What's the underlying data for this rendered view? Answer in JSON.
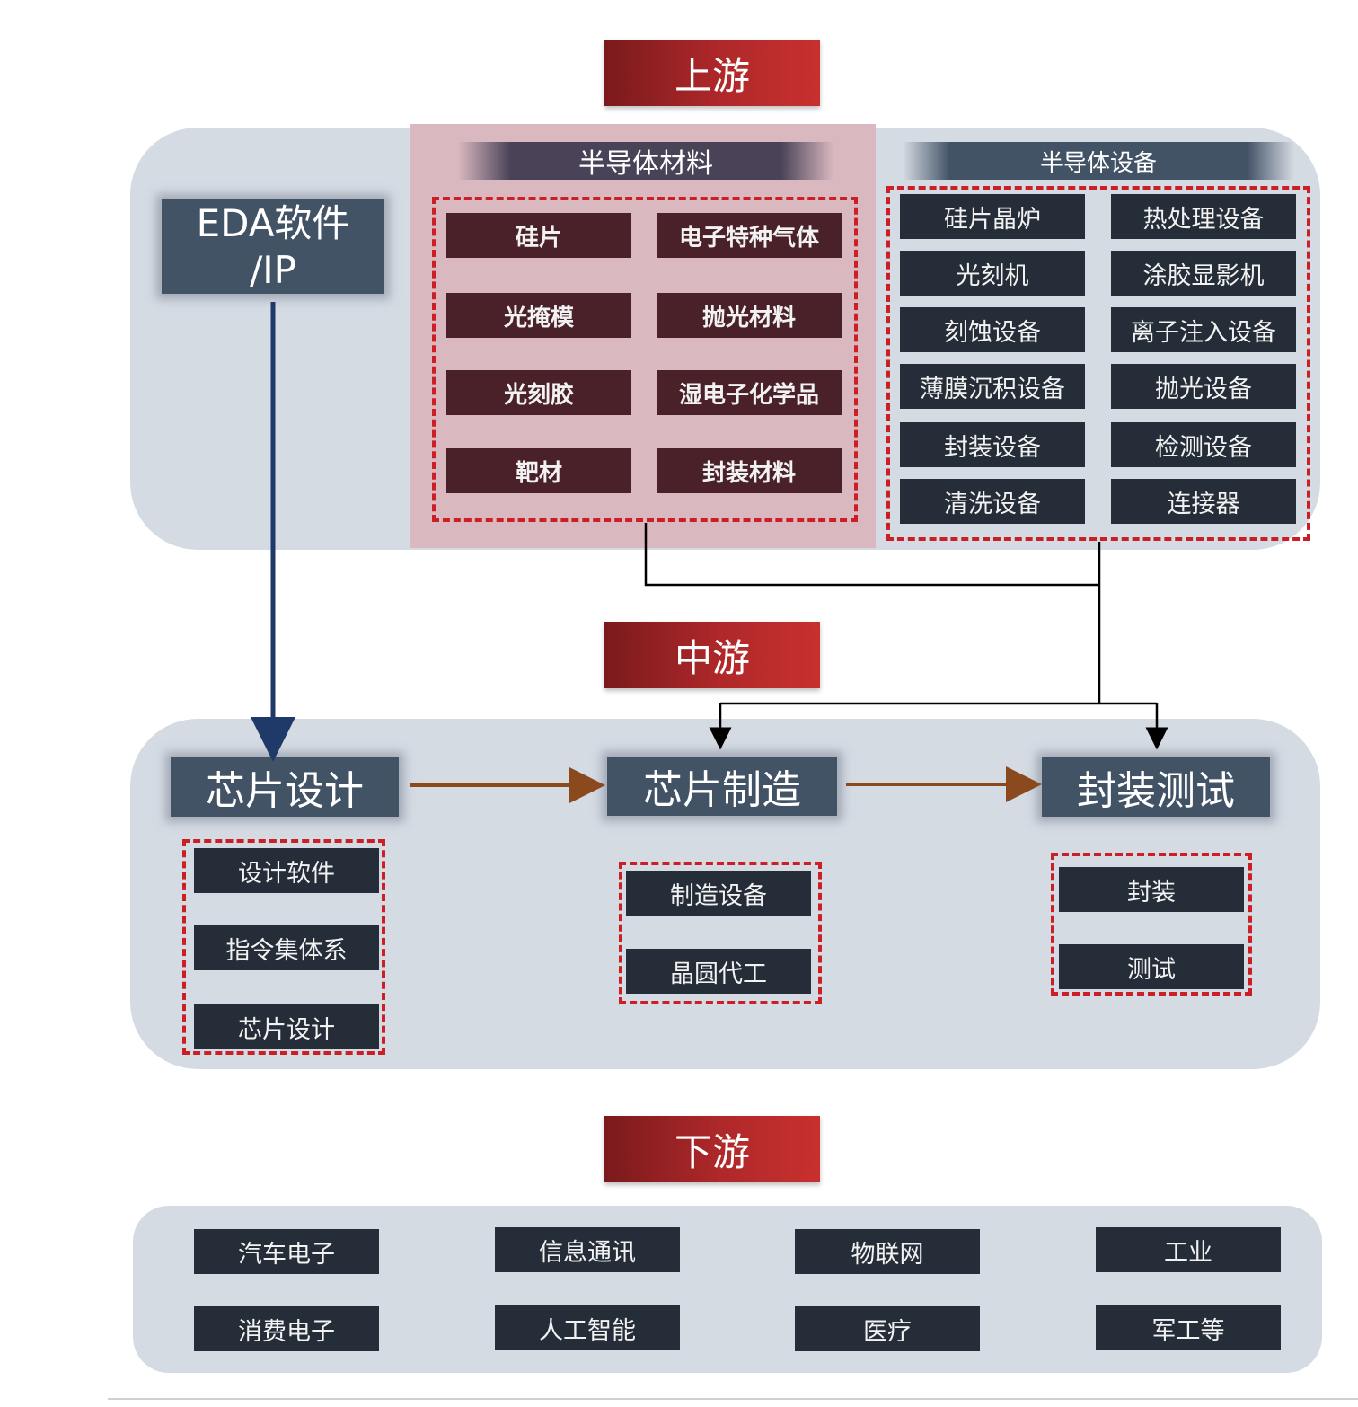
{
  "stages": {
    "upstream": "上游",
    "midstream": "中游",
    "downstream": "下游"
  },
  "upstream": {
    "eda": "EDA软件\n/IP",
    "materials": {
      "title": "半导体材料",
      "items": [
        "硅片",
        "电子特种气体",
        "光掩模",
        "抛光材料",
        "光刻胶",
        "湿电子化学品",
        "靶材",
        "封装材料"
      ]
    },
    "equipment": {
      "title": "半导体设备",
      "items": [
        "硅片晶炉",
        "热处理设备",
        "光刻机",
        "涂胶显影机",
        "刻蚀设备",
        "离子注入设备",
        "薄膜沉积设备",
        "抛光设备",
        "封装设备",
        "检测设备",
        "清洗设备",
        "连接器"
      ]
    }
  },
  "midstream": {
    "design": {
      "title": "芯片设计",
      "items": [
        "设计软件",
        "指令集体系",
        "芯片设计"
      ]
    },
    "manufacturing": {
      "title": "芯片制造",
      "items": [
        "制造设备",
        "晶圆代工"
      ]
    },
    "packaging": {
      "title": "封装测试",
      "items": [
        "封装",
        "测试"
      ]
    }
  },
  "downstream": {
    "items": [
      "汽车电子",
      "信息通讯",
      "物联网",
      "工业",
      "消费电子",
      "人工智能",
      "医疗",
      "军工等"
    ]
  },
  "colors": {
    "stage_red": "#b0282a",
    "panel": "#d5dbe3",
    "materials_bg": "#d9b8bf",
    "materials_box": "#4a2129",
    "dark_box": "#252e38",
    "section_title": "#435366",
    "dashed_red": "#cc1f25",
    "arrow_blue": "#1f3a68",
    "arrow_brown": "#8b4a1e"
  }
}
